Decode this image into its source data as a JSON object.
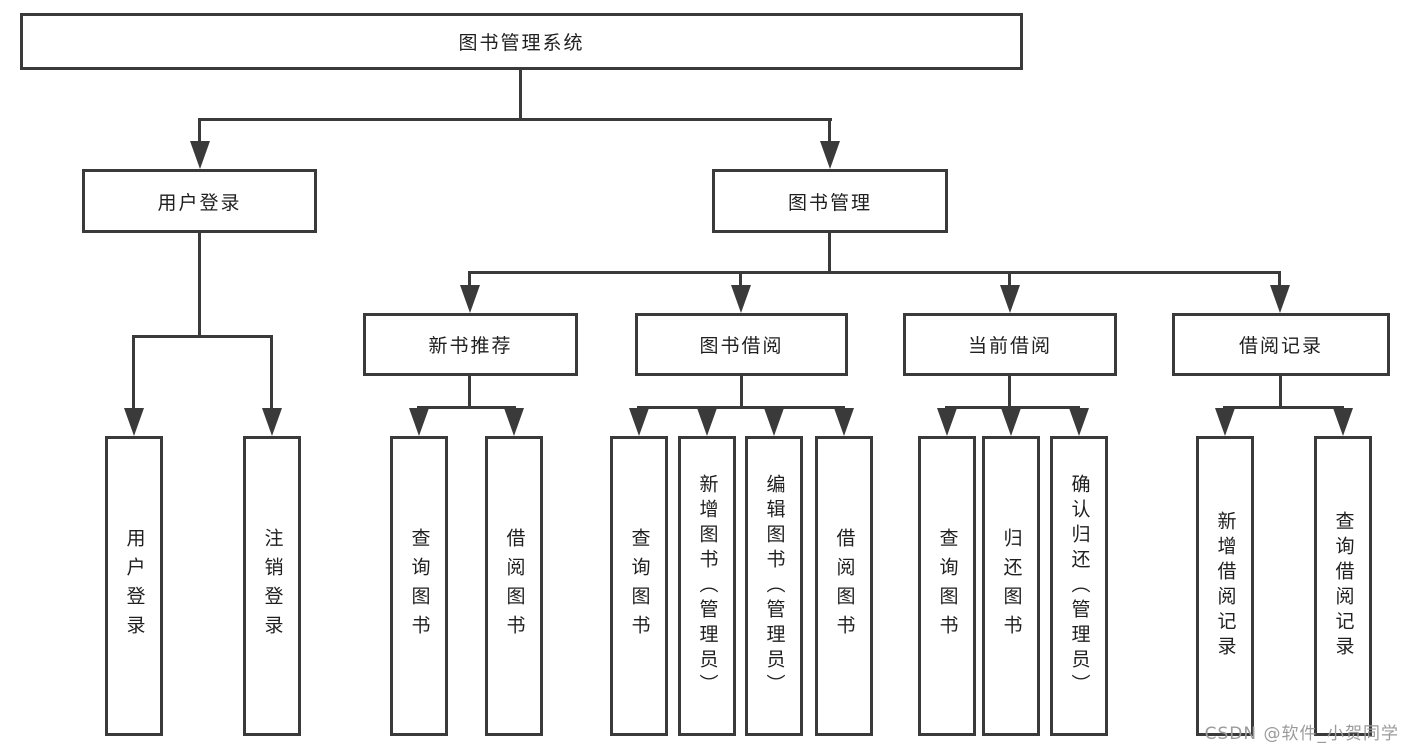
{
  "diagram": {
    "type": "hierarchy-tree",
    "root": {
      "label": "图书管理系统"
    },
    "level2": [
      {
        "label": "用户登录"
      },
      {
        "label": "图书管理"
      }
    ],
    "level3": [
      {
        "label": "新书推荐",
        "parent": "图书管理"
      },
      {
        "label": "图书借阅",
        "parent": "图书管理"
      },
      {
        "label": "当前借阅",
        "parent": "图书管理"
      },
      {
        "label": "借阅记录",
        "parent": "图书管理"
      }
    ],
    "leafGroups": [
      {
        "parent": "用户登录",
        "items": [
          {
            "label": "用户登录"
          },
          {
            "label": "注销登录"
          }
        ]
      },
      {
        "parent": "新书推荐",
        "items": [
          {
            "label": "查询图书"
          },
          {
            "label": "借阅图书"
          }
        ]
      },
      {
        "parent": "图书借阅",
        "items": [
          {
            "label": "查询图书"
          },
          {
            "label": "新增图书（管理员）"
          },
          {
            "label": "编辑图书（管理员）"
          },
          {
            "label": "借阅图书"
          }
        ]
      },
      {
        "parent": "当前借阅",
        "items": [
          {
            "label": "查询图书"
          },
          {
            "label": "归还图书"
          },
          {
            "label": "确认归还（管理员）"
          }
        ]
      },
      {
        "parent": "借阅记录",
        "items": [
          {
            "label": "新增借阅记录"
          },
          {
            "label": "查询借阅记录"
          }
        ]
      }
    ]
  },
  "watermark": {
    "text": "CSDN @软件_小贺同学"
  },
  "colors": {
    "line": "#3a3a3a",
    "text": "#1f1f1f",
    "watermark": "#9b9b9b",
    "background": "#ffffff"
  }
}
